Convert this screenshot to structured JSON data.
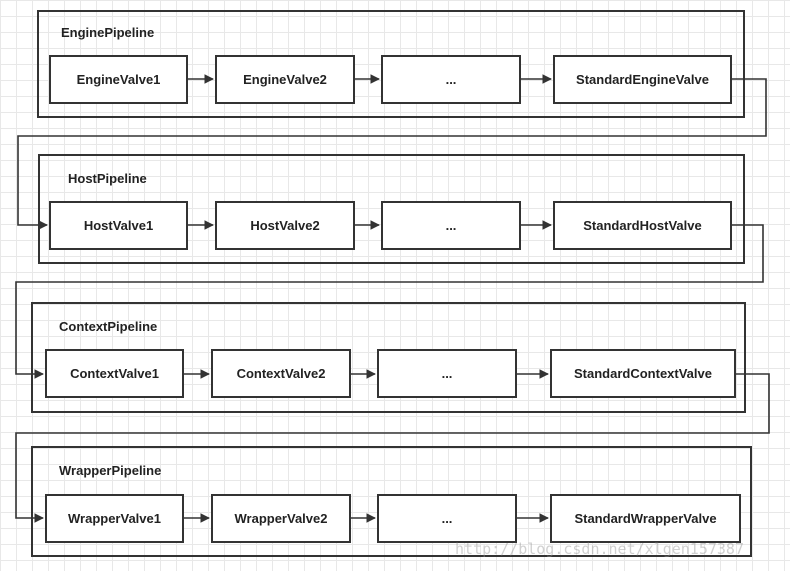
{
  "pipelines": [
    {
      "title": "EnginePipeline",
      "valves": [
        "EngineValve1",
        "EngineValve2",
        "...",
        "StandardEngineValve"
      ]
    },
    {
      "title": "HostPipeline",
      "valves": [
        "HostValve1",
        "HostValve2",
        "...",
        "StandardHostValve"
      ]
    },
    {
      "title": "ContextPipeline",
      "valves": [
        "ContextValve1",
        "ContextValve2",
        "...",
        "StandardContextValve"
      ]
    },
    {
      "title": "WrapperPipeline",
      "valves": [
        "WrapperValve1",
        "WrapperValve2",
        "...",
        "StandardWrapperValve"
      ]
    }
  ],
  "watermark": "http://blog.csdn.net/xlgen157387"
}
